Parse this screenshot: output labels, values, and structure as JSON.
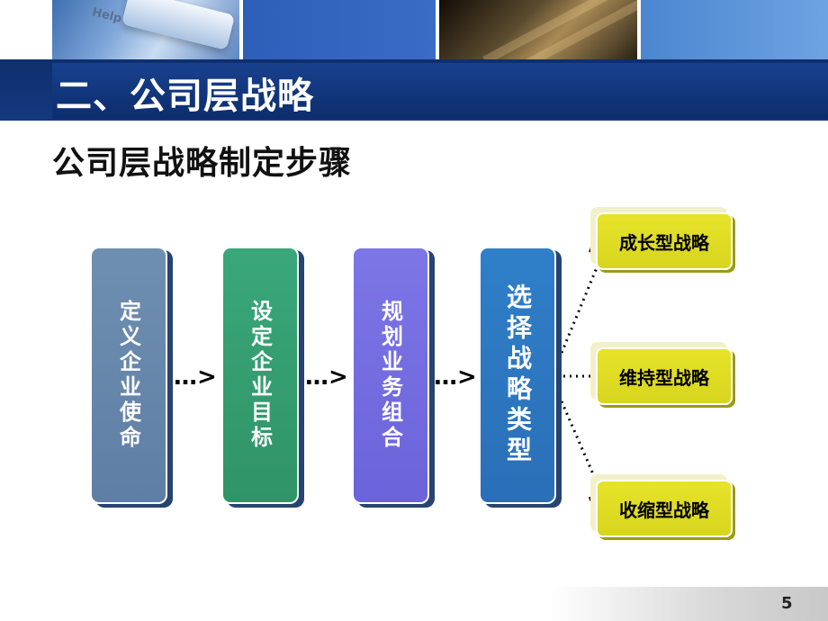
{
  "title": "二、公司层战略",
  "subtitle": "公司层战略制定步骤",
  "banner": {
    "key_label": "Help"
  },
  "steps": [
    {
      "label": "定义企业使命",
      "color": "#6f8fb1"
    },
    {
      "label": "设定企业目标",
      "color": "#3aa77a"
    },
    {
      "label": "规划业务组合",
      "color": "#7d76e6"
    },
    {
      "label": "选择战略类型",
      "color": "#2f7fc9"
    }
  ],
  "arrows": [
    "…>",
    "…>",
    "…>"
  ],
  "results": [
    {
      "label": "成长型战略"
    },
    {
      "label": "维持型战略"
    },
    {
      "label": "收缩型战略"
    }
  ],
  "result_color": "#e6e32a",
  "title_bar_color": "#14387f",
  "page_number": "5"
}
